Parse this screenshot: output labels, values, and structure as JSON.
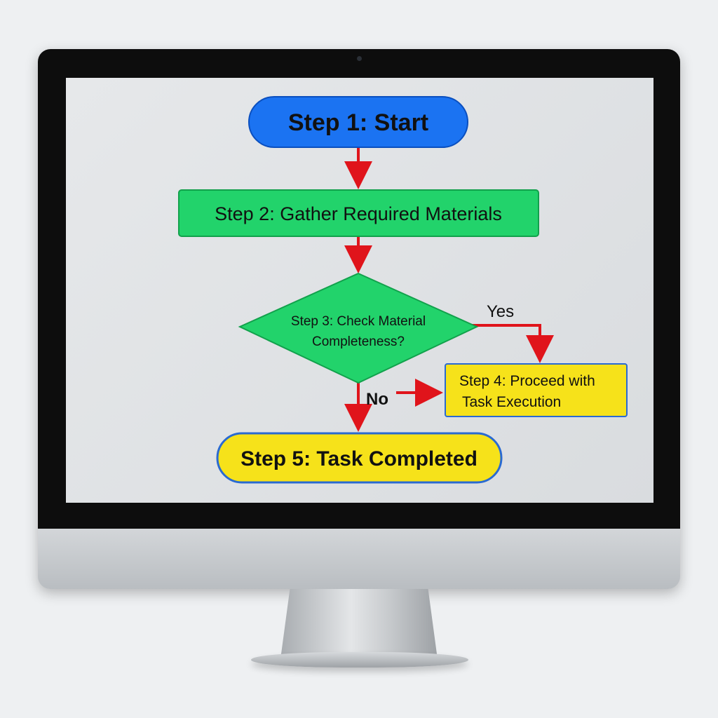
{
  "diagram": {
    "step1": "Step 1: Start",
    "step2": "Step 2: Gather Required Materials",
    "step3_line1": "Step 3: Check Material",
    "step3_line2": "Completeness?",
    "step4_line1": "Step 4: Proceed with",
    "step4_line2": "Task Execution",
    "step5": "Step 5: Task Completed",
    "yes_label": "Yes",
    "no_label": "No"
  },
  "colors": {
    "start": "#1b73f2",
    "process": "#22d36b",
    "decision": "#22d36b",
    "action": "#f6e21a",
    "end": "#f6e21a",
    "arrow": "#e0141b"
  }
}
